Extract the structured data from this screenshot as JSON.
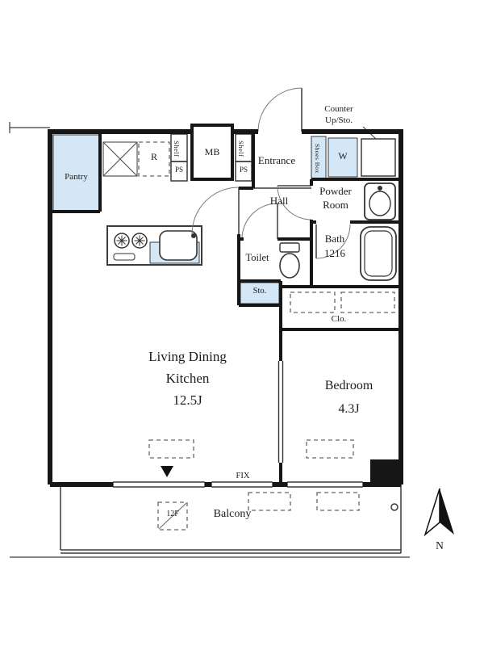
{
  "colors": {
    "wall": "#161616",
    "accent_blue": "#d4e7f6",
    "line": "#3a3a3a",
    "dash": "#666666",
    "text": "#1c1c1c"
  },
  "rooms": {
    "ldk": {
      "name_line1": "Living Dining",
      "name_line2": "Kitchen",
      "size": "12.5J"
    },
    "bedroom": {
      "name": "Bedroom",
      "size": "4.3J"
    },
    "entrance": {
      "name": "Entrance"
    },
    "hall": {
      "name": "Hall"
    },
    "powder_room": {
      "name_line1": "Powder",
      "name_line2": "Room"
    },
    "bath": {
      "name": "Bath",
      "size": "1216"
    },
    "toilet": {
      "name": "Toilet"
    },
    "pantry": {
      "name": "Pantry"
    },
    "balcony": {
      "name": "Balcony"
    }
  },
  "fixtures": {
    "refrigerator": "R",
    "shelf": "Shelf",
    "pipe_space": "PS",
    "meter_box": "MB",
    "shoes_box": "Shoes Box",
    "washer": "W",
    "counter_note_line1": "Counter",
    "counter_note_line2": "Up/Sto.",
    "storage": "Sto.",
    "closet": "Clo.",
    "fix_window": "FIX",
    "floor_hatch": "12F",
    "compass_north": "N"
  }
}
